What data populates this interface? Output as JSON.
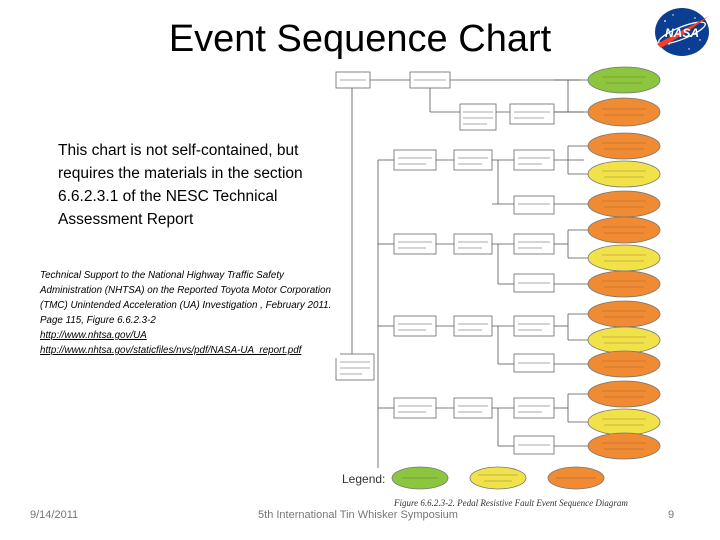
{
  "slide": {
    "title": "Event Sequence Chart",
    "note": "This chart is not self-contained, but requires the materials in the section 6.6.2.3.1 of the NESC Technical Assessment Report",
    "reference": {
      "text": "Technical Support to the National Highway Traffic Safety Administration (NHTSA) on the Reported Toyota Motor Corporation (TMC) Unintended Acceleration (UA) Investigation , February 2011. Page 115, Figure 6.6.2.3-2",
      "link1": "http://www.nhtsa.gov/UA",
      "link2": "http://www.nhtsa.gov/staticfiles/nvs/pdf/NASA-UA_report.pdf"
    },
    "figure_caption": "Figure 6.6.2.3-2. Pedal Resistive Fault Event Sequence Diagram",
    "legend_label": "Legend:"
  },
  "logo": {
    "text": "NASA"
  },
  "footer": {
    "date": "9/14/2011",
    "center": "5th International Tin Whisker Symposium",
    "page": "9"
  },
  "colors": {
    "outcome_orange": "#f08a33",
    "outcome_green": "#8cc63f",
    "outcome_yellow": "#f2e24a",
    "nasa_blue": "#0b3d91",
    "nasa_red": "#fc3d21"
  }
}
